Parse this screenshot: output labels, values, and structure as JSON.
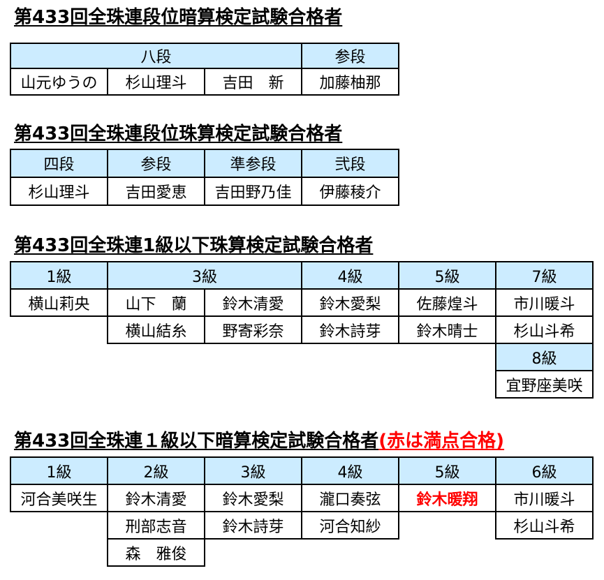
{
  "dan_anzan": {
    "title": "第433回全珠連段位暗算検定試験合格者",
    "grades": [
      {
        "grade": "八段",
        "names": [
          "山元ゆうの",
          "杉山理斗",
          "吉田　新"
        ]
      },
      {
        "grade": "参段",
        "names": [
          "加藤柚那"
        ]
      }
    ]
  },
  "dan_shuzan": {
    "title": "第433回全珠連段位珠算検定試験合格者",
    "grades": [
      {
        "grade": "四段",
        "names": [
          "杉山理斗"
        ]
      },
      {
        "grade": "参段",
        "names": [
          "吉田愛恵"
        ]
      },
      {
        "grade": "準参段",
        "names": [
          "吉田野乃佳"
        ]
      },
      {
        "grade": "弐段",
        "names": [
          "伊藤稜介"
        ]
      }
    ]
  },
  "kyu_shuzan": {
    "title": "第433回全珠連1級以下珠算検定試験合格者",
    "grades": [
      {
        "grade": "1級",
        "names": [
          "横山莉央"
        ]
      },
      {
        "grade": "3級",
        "names": [
          "山下　蘭",
          "鈴木清愛",
          "横山結糸",
          "野寄彩奈"
        ]
      },
      {
        "grade": "4級",
        "names": [
          "鈴木愛梨",
          "鈴木詩芽"
        ]
      },
      {
        "grade": "5級",
        "names": [
          "佐藤煌斗",
          "鈴木晴士"
        ]
      },
      {
        "grade": "7級",
        "names": [
          "市川暖斗",
          "杉山斗希"
        ]
      },
      {
        "grade": "8級",
        "names": [
          "宜野座美咲"
        ]
      }
    ]
  },
  "kyu_anzan": {
    "title": "第433回全珠連１級以下暗算検定試験合格者",
    "title_note": "(赤は満点合格)",
    "grades": [
      {
        "grade": "1級",
        "names": [
          "河合美咲生"
        ]
      },
      {
        "grade": "2級",
        "names": [
          "鈴木清愛",
          "刑部志音",
          "森　雅俊"
        ]
      },
      {
        "grade": "3級",
        "names": [
          "鈴木愛梨",
          "鈴木詩芽"
        ]
      },
      {
        "grade": "4級",
        "names": [
          "瀧口奏弦",
          "河合知紗"
        ]
      },
      {
        "grade": "5級",
        "names": [
          "鈴木暖翔"
        ],
        "perfect": [
          true
        ]
      },
      {
        "grade": "6級",
        "names": [
          "市川暖斗",
          "杉山斗希"
        ]
      }
    ]
  },
  "colors": {
    "header_bg": "#CCECFF",
    "perfect": "#FF0000",
    "border": "#000000"
  }
}
